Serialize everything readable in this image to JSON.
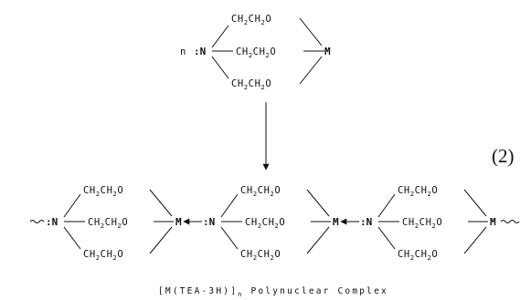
{
  "monomer": {
    "count": "n",
    "donor": ":N",
    "arm_prefix": "CH",
    "sub": "2",
    "arm_mid": "CH",
    "arm_suffix": "O",
    "metal": "M"
  },
  "polymer": {
    "end_left": "~~~",
    "end_right": "~~~",
    "donor": ":N",
    "metal": "M"
  },
  "equation_number": "(2)",
  "caption": {
    "prefix": "[M(TEA-3H)]",
    "sub": "n",
    "suffix": " Polynuclear Complex"
  },
  "colors": {
    "ink": "#111111",
    "background": "#ffffff"
  }
}
